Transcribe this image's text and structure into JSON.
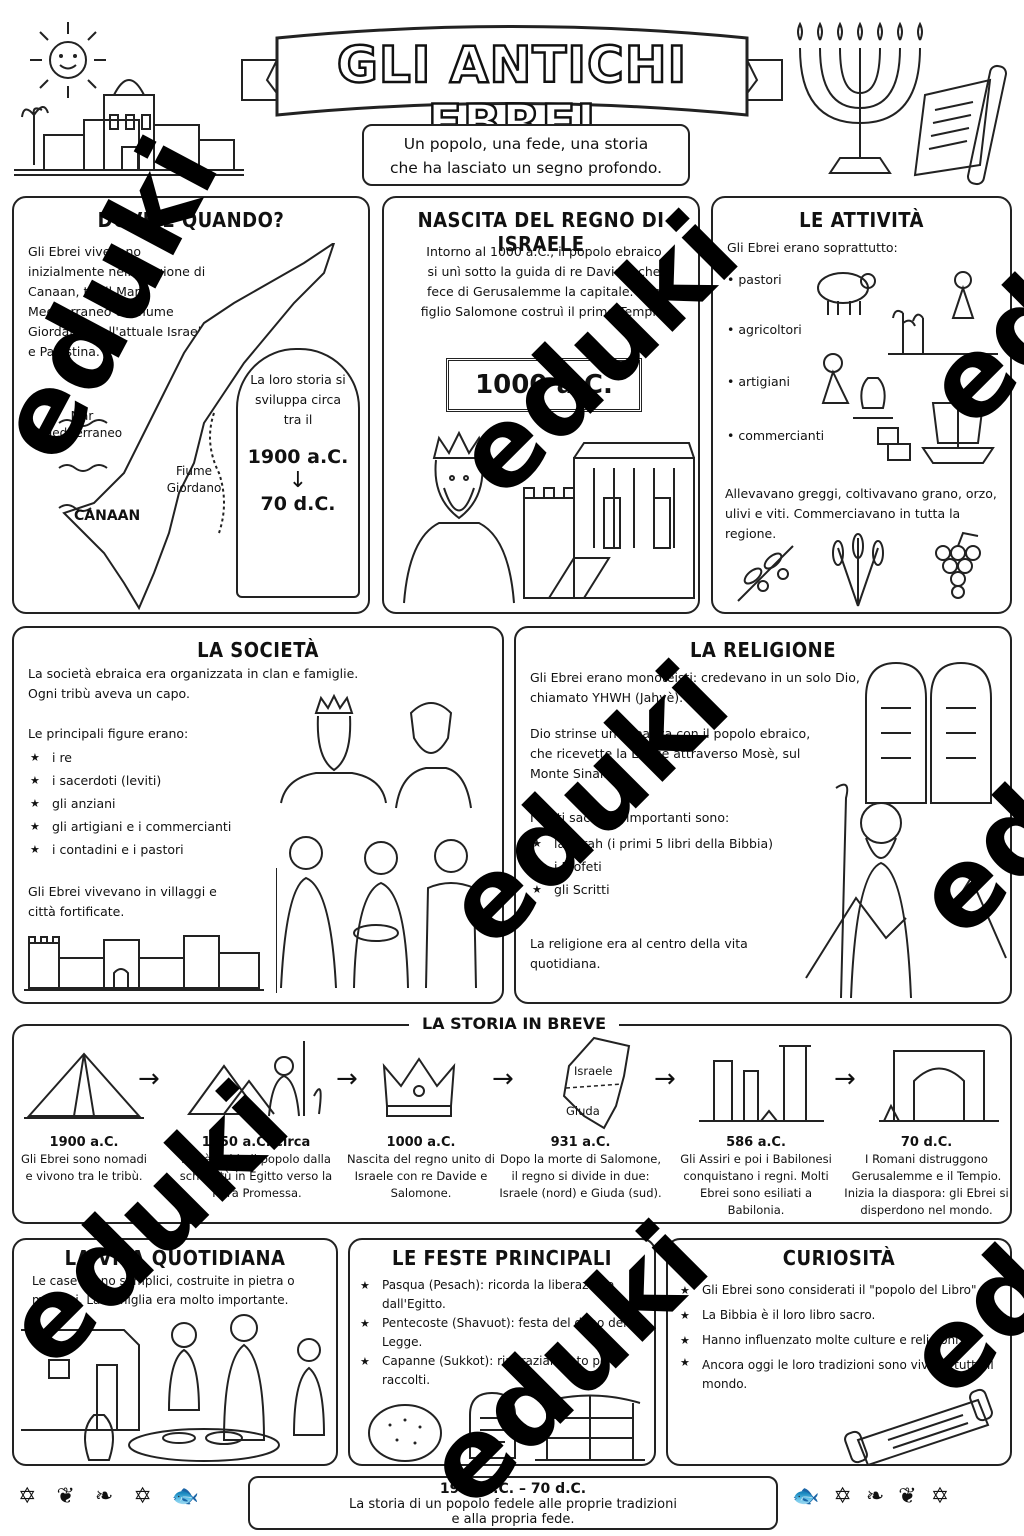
{
  "header": {
    "title": "GLI ANTICHI EBREI",
    "subtitle_line1": "Un popolo, una fede, una storia",
    "subtitle_line2": "che ha lasciato un segno profondo."
  },
  "dove": {
    "title": "DOVE E QUANDO?",
    "text": "Gli Ebrei vivevano inizialmente nella regione di Canaan, tra il Mar Mediterraneo e il fiume Giordano, nell'attuale Israele e Palestina.",
    "map_sea": "Mar Mediterraneo",
    "map_river": "Fiume Giordano",
    "map_region": "CANAAN",
    "period_label": "La loro storia si sviluppa circa tra il",
    "date_start": "1900 a.C.",
    "date_arrow": "↓",
    "date_end": "70 d.C."
  },
  "nascita": {
    "title": "NASCITA DEL REGNO DI ISRAELE",
    "text": "Intorno al 1000 a.C., il popolo ebraico si unì sotto la guida di re Davide, che fece di Gerusalemme la capitale. Suo figlio Salomone costruì il primo Tempio.",
    "date_box": "1000 a.C."
  },
  "attivita": {
    "title": "LE ATTIVITÀ",
    "intro": "Gli Ebrei erano soprattutto:",
    "items": [
      "pastori",
      "agricoltori",
      "artigiani",
      "commercianti"
    ],
    "footer": "Allevavano greggi, coltivavano grano, orzo, ulivi e viti. Commerciavano in tutta la regione."
  },
  "societa": {
    "title": "LA SOCIETÀ",
    "intro1": "La società ebraica era organizzata in clan e famiglie.",
    "intro2": "Ogni tribù aveva un capo.",
    "figures_label": "Le principali figure erano:",
    "items": [
      "i re",
      "i sacerdoti (leviti)",
      "gli anziani",
      "gli artigiani e i commercianti",
      "i contadini e i pastori"
    ],
    "footer": "Gli Ebrei vivevano in villaggi e città fortificate."
  },
  "religione": {
    "title": "LA RELIGIONE",
    "p1": "Gli Ebrei erano monoteisti: credevano in un solo Dio, chiamato YHWH (Jahvè).",
    "p2": "Dio strinse un'alleanza con il popolo ebraico, che ricevette la Legge attraverso Mosè, sul Monte Sinai.",
    "texts_label": "I testi sacri più importanti sono:",
    "items": [
      "la Torah (i primi 5 libri della Bibbia)",
      "i Profeti",
      "gli Scritti"
    ],
    "footer": "La religione era al centro della vita quotidiana."
  },
  "storia": {
    "title": "LA STORIA IN BREVE",
    "events": [
      {
        "date": "1900 a.C.",
        "text": "Gli Ebrei sono nomadi e vivono tra le tribù."
      },
      {
        "date": "1250 a.C. circa",
        "text": "Mosè guida il popolo dalla schiavitù in Egitto verso la Terra Promessa."
      },
      {
        "date": "1000 a.C.",
        "text": "Nascita del regno unito di Israele con re Davide e Salomone."
      },
      {
        "date": "931 a.C.",
        "text": "Dopo la morte di Salomone, il regno si divide in due: Israele (nord) e Giuda (sud)."
      },
      {
        "date": "586 a.C.",
        "text": "Gli Assiri e poi i Babilonesi conquistano i regni. Molti Ebrei sono esiliati a Babilonia."
      },
      {
        "date": "70 d.C.",
        "text": "I Romani distruggono Gerusalemme e il Tempio. Inizia la diaspora: gli Ebrei si disperdono nel mondo."
      }
    ],
    "map_north": "Israele",
    "map_south": "Giuda"
  },
  "vita": {
    "title": "LA VITA QUOTIDIANA",
    "text": "Le case erano semplici, costruite in pietra o mattoni. La famiglia era molto importante."
  },
  "feste": {
    "title": "LE FESTE PRINCIPALI",
    "items": [
      "Pasqua (Pesach): ricorda la liberazione dall'Egitto.",
      "Pentecoste (Shavuot): festa del dono della Legge.",
      "Capanne (Sukkot): ringraziamento per i raccolti."
    ]
  },
  "curiosita": {
    "title": "CURIOSITÀ",
    "items": [
      "Gli Ebrei sono considerati il \"popolo del Libro\".",
      "La Bibbia è il loro libro sacro.",
      "Hanno influenzato molte culture e religioni.",
      "Ancora oggi le loro tradizioni sono vive in tutto il mondo."
    ]
  },
  "footer": {
    "dates": "1900 a.C. – 70 d.C.",
    "line1": "La storia di un popolo fedele alle proprie tradizioni",
    "line2": "e alla propria fede."
  },
  "watermark": "eduki"
}
